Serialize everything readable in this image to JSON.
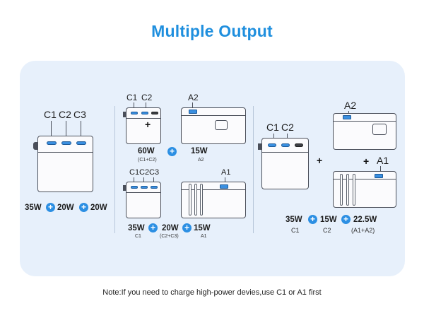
{
  "title": "Multiple Output",
  "note": "Note:If you need to charge high-power devies,use C1 or A1 first",
  "left": {
    "ports": [
      "C1",
      "C2",
      "C3"
    ],
    "watts": [
      "35W",
      "20W",
      "20W"
    ]
  },
  "middle_top": {
    "ports": [
      "C1",
      "C2"
    ],
    "accessory_port": "A2",
    "watt1": "60W",
    "watt1_sub": "(C1+C2)",
    "watt2": "15W",
    "watt2_sub": "A2"
  },
  "middle_bottom": {
    "ports": [
      "C1",
      "C2",
      "C3"
    ],
    "accessory_port": "A1",
    "watt1": "35W",
    "watt1_sub": "C1",
    "watt2": "20W",
    "watt2_sub": "(C2+C3)",
    "watt3": "15W",
    "watt3_sub": "A1"
  },
  "right": {
    "ports": [
      "C1",
      "C2"
    ],
    "top_port": "A2",
    "bottom_port": "A1",
    "watt1": "35W",
    "watt1_sub": "C1",
    "watt2": "15W",
    "watt2_sub": "C2",
    "watt3": "22.5W",
    "watt3_sub": "(A1+A2)"
  },
  "colors": {
    "accent": "#1f8fde",
    "panel": "#e7f0fb",
    "port": "#3a8fe0"
  }
}
